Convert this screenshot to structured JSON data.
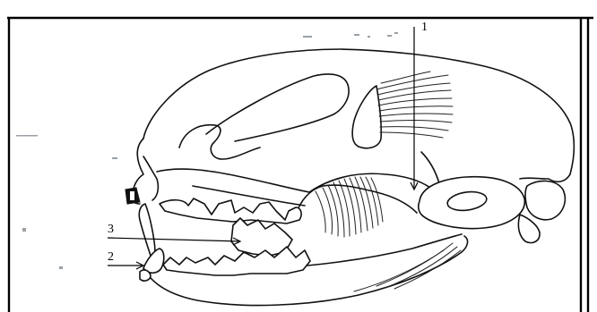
{
  "diagram": {
    "labels": {
      "one": "1",
      "two": "2",
      "three": "3"
    },
    "colors": {
      "ink": "#111111",
      "background": "#ffffff"
    }
  }
}
